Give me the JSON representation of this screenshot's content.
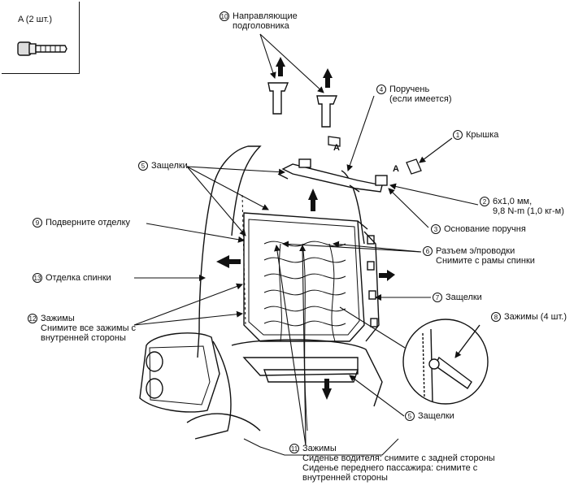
{
  "inset": {
    "title": "A (2 шт.)"
  },
  "callouts": [
    {
      "id": "headrest_guides",
      "num": "10",
      "lines": [
        "Направляющие",
        "подголовника"
      ]
    },
    {
      "id": "armrest",
      "num": "4",
      "lines": [
        "Поручень",
        "(если имеется)"
      ]
    },
    {
      "id": "cover",
      "num": "1",
      "lines": [
        "Крышка"
      ]
    },
    {
      "id": "latches_top",
      "num": "5",
      "lines": [
        "Защелки"
      ]
    },
    {
      "id": "bolt_spec",
      "num": "2",
      "lines": [
        "6x1,0 мм,",
        "9,8 N-m (1,0 кг-м)"
      ]
    },
    {
      "id": "armrest_base",
      "num": "3",
      "lines": [
        "Основание поручня"
      ]
    },
    {
      "id": "fold_trim",
      "num": "9",
      "lines": [
        "Подверните отделку"
      ]
    },
    {
      "id": "wire_connector",
      "num": "6",
      "lines": [
        "Разъем э/проводки",
        "Снимите с рамы спинки"
      ]
    },
    {
      "id": "back_trim",
      "num": "13",
      "lines": [
        "Отделка спинки"
      ]
    },
    {
      "id": "latches_right",
      "num": "7",
      "lines": [
        "Защелки"
      ]
    },
    {
      "id": "clips_4",
      "num": "8",
      "lines": [
        "Зажимы (4 шт.)"
      ]
    },
    {
      "id": "clips_inner",
      "num": "12",
      "lines": [
        "Зажимы",
        "Снимите все зажимы с",
        "внутренней стороны"
      ]
    },
    {
      "id": "latches_bottom",
      "num": "5",
      "lines": [
        "Защелки"
      ]
    },
    {
      "id": "clips_bottom",
      "num": "11",
      "lines": [
        "Зажимы",
        "Сиденье водителя: снимите с задней стороны",
        "Сиденье переднего пассажира: снимите с",
        "внутренней стороны"
      ]
    }
  ],
  "markers": {
    "a_left": "A",
    "a_right": "A"
  }
}
